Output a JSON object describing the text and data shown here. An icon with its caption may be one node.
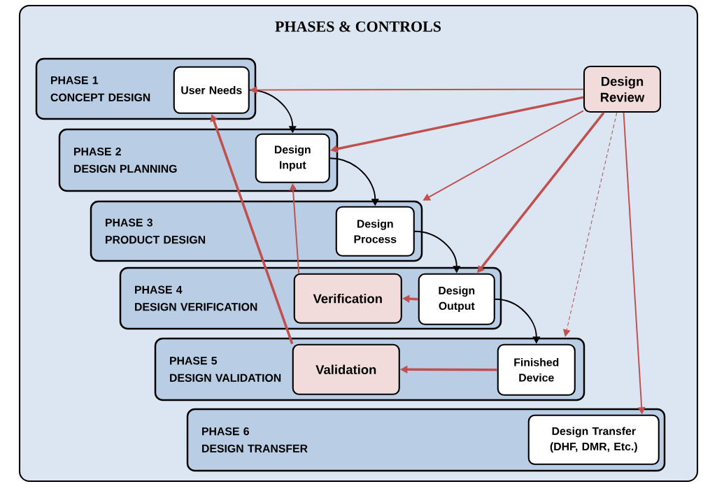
{
  "diagram": {
    "title": "PHASES & CONTROLS",
    "nodes": [
      {
        "text": [
          "PHASE 1",
          "CONCEPT DESIGN"
        ]
      },
      {
        "text": [
          "User Needs"
        ],
        "in": 0
      },
      {
        "text": [
          "PHASE 2",
          "DESIGN PLANNING"
        ]
      },
      {
        "text": [
          "Design Input"
        ],
        "in": 2
      },
      {
        "text": [
          "PHASE 3",
          "PRODUCT DESIGN"
        ]
      },
      {
        "text": [
          "Design Process"
        ],
        "in": 4
      },
      {
        "text": [
          "PHASE 4",
          "DESIGN VERIFICATION"
        ]
      },
      {
        "text": [
          "Verification"
        ],
        "in": 6
      },
      {
        "text": [
          "Design Output"
        ],
        "in": 6
      },
      {
        "text": [
          "PHASE 5",
          "DESIGN VALIDATION"
        ]
      },
      {
        "text": [
          "Validation"
        ],
        "in": 9
      },
      {
        "text": [
          "Finished Device"
        ],
        "in": 9
      },
      {
        "text": [
          "PHASE 6",
          "DESIGN TRANSFER"
        ]
      },
      {
        "text": [
          "Design Transfer (DHF, DMR, Etc.)"
        ],
        "in": 12
      },
      {
        "text": [
          "Design Review"
        ]
      }
    ],
    "edges": [
      {
        "from": 1,
        "to": 3,
        "arrow": "to",
        "color": "#000000"
      },
      {
        "from": 3,
        "to": 5,
        "arrow": "to",
        "color": "#000000"
      },
      {
        "from": 5,
        "to": 8,
        "arrow": "to",
        "color": "#000000"
      },
      {
        "from": 8,
        "to": 11,
        "arrow": "to",
        "color": "#000000"
      },
      {
        "from": 14,
        "to": 1,
        "arrow": "to"
      },
      {
        "from": 14,
        "to": 3,
        "arrow": "to",
        "style": "thick"
      },
      {
        "from": 14,
        "to": 4,
        "arrow": "to"
      },
      {
        "from": 14,
        "to": 8,
        "arrow": "to",
        "style": "thick"
      },
      {
        "from": 14,
        "to": 11,
        "arrow": "to",
        "style": "dashed"
      },
      {
        "from": 14,
        "to": 13,
        "arrow": "to"
      },
      {
        "from": 8,
        "to": 7,
        "arrow": "to",
        "style": "thick"
      },
      {
        "from": 11,
        "to": 10,
        "arrow": "to",
        "style": "thick"
      },
      {
        "from": 10,
        "to": 1,
        "arrow": "to",
        "style": "thick"
      },
      {
        "from": 7,
        "to": 3,
        "arrow": "to"
      }
    ]
  }
}
